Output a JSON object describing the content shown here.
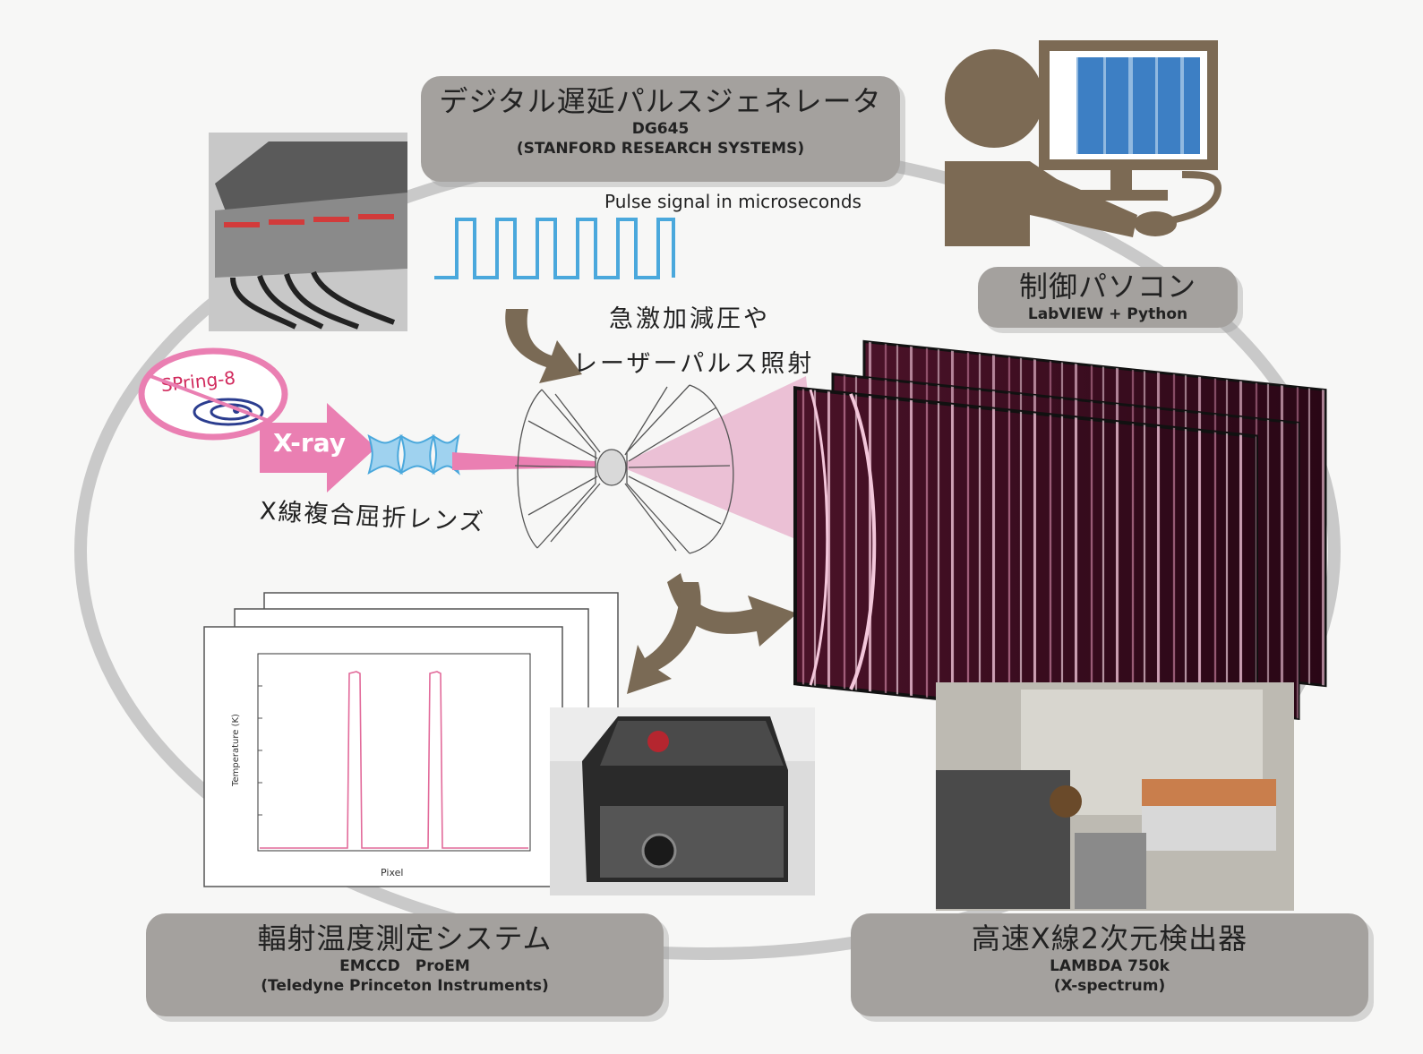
{
  "boxes": {
    "delay_generator": {
      "title": "デジタル遅延パルスジェネレータ",
      "model": "DG645",
      "maker": "(STANFORD RESEARCH SYSTEMS)"
    },
    "control_pc": {
      "title": "制御パソコン",
      "software": "LabVIEW + Python"
    },
    "temperature": {
      "title": "輻射温度測定システム",
      "model": "EMCCD　ProEM",
      "maker": "(Teledyne Princeton Instruments)"
    },
    "detector": {
      "title": "高速X線2次元検出器",
      "model": "LAMBDA 750k",
      "maker": "(X-spectrum)"
    }
  },
  "labels": {
    "pulse_signal": "Pulse signal in microseconds",
    "action_line1": "急激加減圧や",
    "action_line2": "レーザーパルス照射",
    "xray": "X-ray",
    "lens": "X線複合屈折レンズ",
    "spring8": "SPring-8"
  },
  "plot": {
    "ylabel": "Temperature (K)",
    "xlabel": "Pixel"
  },
  "colors": {
    "box_fill": "#a4a19e",
    "pulse": "#4aa8dc",
    "arrow_brown": "#7a6a55",
    "xray_pink": "#ea7fb2",
    "figure_brown": "#7c6a54",
    "ring_gray": "#c9c9c9"
  },
  "icons": {
    "computer_user": "person-at-computer-icon",
    "arrow": "curved-arrow-icon"
  }
}
